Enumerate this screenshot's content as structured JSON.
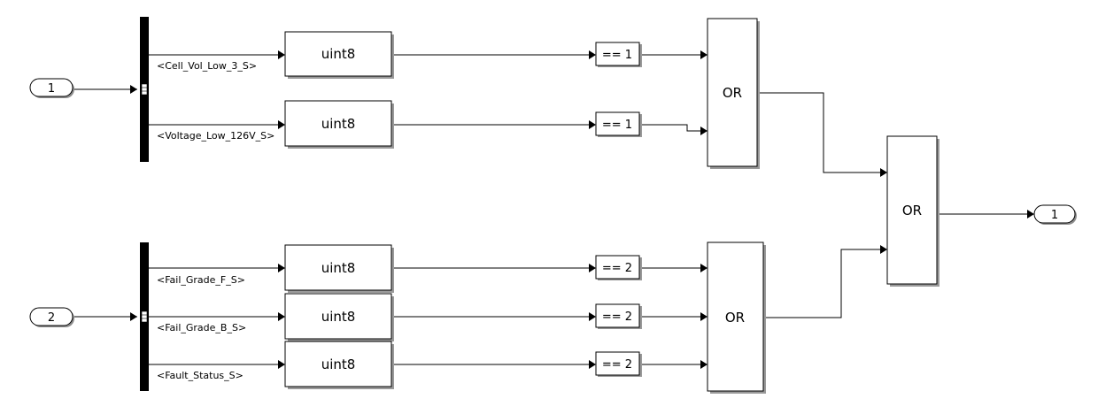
{
  "inports": [
    {
      "id": "in1",
      "label": "1"
    },
    {
      "id": "in2",
      "label": "2"
    }
  ],
  "outport": {
    "label": "1"
  },
  "signals": [
    {
      "id": "s1",
      "label": "<Cell_Vol_Low_3_S>"
    },
    {
      "id": "s2",
      "label": "<Voltage_Low_126V_S>"
    },
    {
      "id": "s3",
      "label": "<Fail_Grade_F_S>"
    },
    {
      "id": "s4",
      "label": "<Fail_Grade_B_S>"
    },
    {
      "id": "s5",
      "label": "<Fault_Status_S>"
    }
  ],
  "converters": [
    {
      "id": "c1",
      "label": "uint8"
    },
    {
      "id": "c2",
      "label": "uint8"
    },
    {
      "id": "c3",
      "label": "uint8"
    },
    {
      "id": "c4",
      "label": "uint8"
    },
    {
      "id": "c5",
      "label": "uint8"
    }
  ],
  "comparators": [
    {
      "id": "k1",
      "label": "== 1"
    },
    {
      "id": "k2",
      "label": "== 1"
    },
    {
      "id": "k3",
      "label": "== 2"
    },
    {
      "id": "k4",
      "label": "== 2"
    },
    {
      "id": "k5",
      "label": "== 2"
    }
  ],
  "logic": [
    {
      "id": "or1",
      "label": "OR"
    },
    {
      "id": "or2",
      "label": "OR"
    },
    {
      "id": "or3",
      "label": "OR"
    }
  ]
}
